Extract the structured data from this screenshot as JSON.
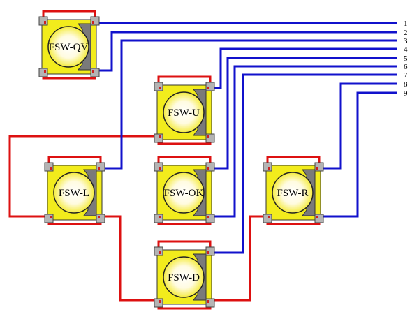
{
  "colors": {
    "ground_wire": "#dd1111",
    "signal_wire": "#1111cc",
    "switch_body": "#f2ec1c",
    "terminal": "#b4b4b4",
    "terminal_dot": "#cc2222",
    "actuator_housing": "#7a7a7a"
  },
  "bus": {
    "labels": [
      "1",
      "2",
      "3",
      "4",
      "5",
      "6",
      "7",
      "8",
      "9"
    ]
  },
  "switches": [
    {
      "id": "qv",
      "label": "FSW-QV"
    },
    {
      "id": "u",
      "label": "FSW-U"
    },
    {
      "id": "l",
      "label": "FSW-L"
    },
    {
      "id": "ok",
      "label": "FSW-OK"
    },
    {
      "id": "r",
      "label": "FSW-R"
    },
    {
      "id": "d",
      "label": "FSW-D"
    }
  ]
}
